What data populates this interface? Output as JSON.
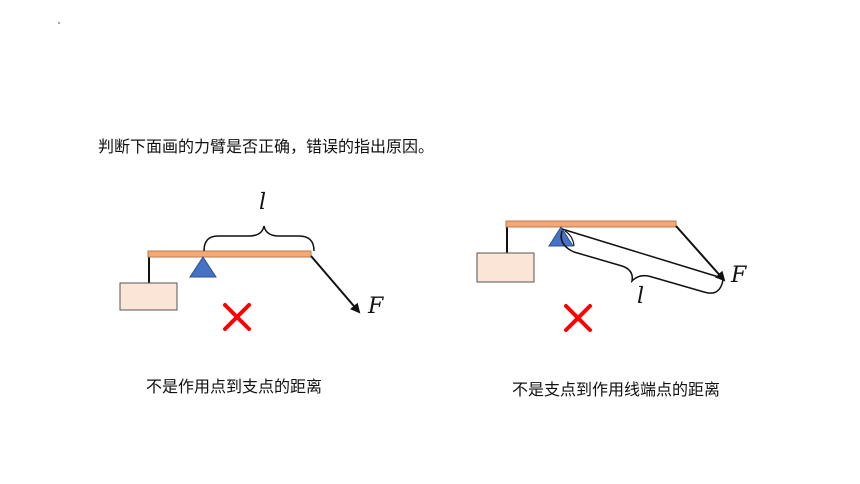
{
  "question": "判断下面画的力臂是否正确，错误的指出原因。",
  "left_diagram": {
    "arm_label": "l",
    "force_label": "F",
    "verdict_icon": "red-cross-icon",
    "caption": "不是作用点到支点的距离"
  },
  "right_diagram": {
    "arm_label": "l",
    "force_label": "F",
    "verdict_icon": "red-cross-icon",
    "caption": "不是支点到作用线端点的距离"
  },
  "colors": {
    "lever": "#f2a877",
    "lever_stroke": "#c07a48",
    "fulcrum": "#4472c4",
    "weight_fill": "#fbe5d6",
    "weight_stroke": "#555555",
    "cross": "#ff0000",
    "line": "#111111"
  }
}
